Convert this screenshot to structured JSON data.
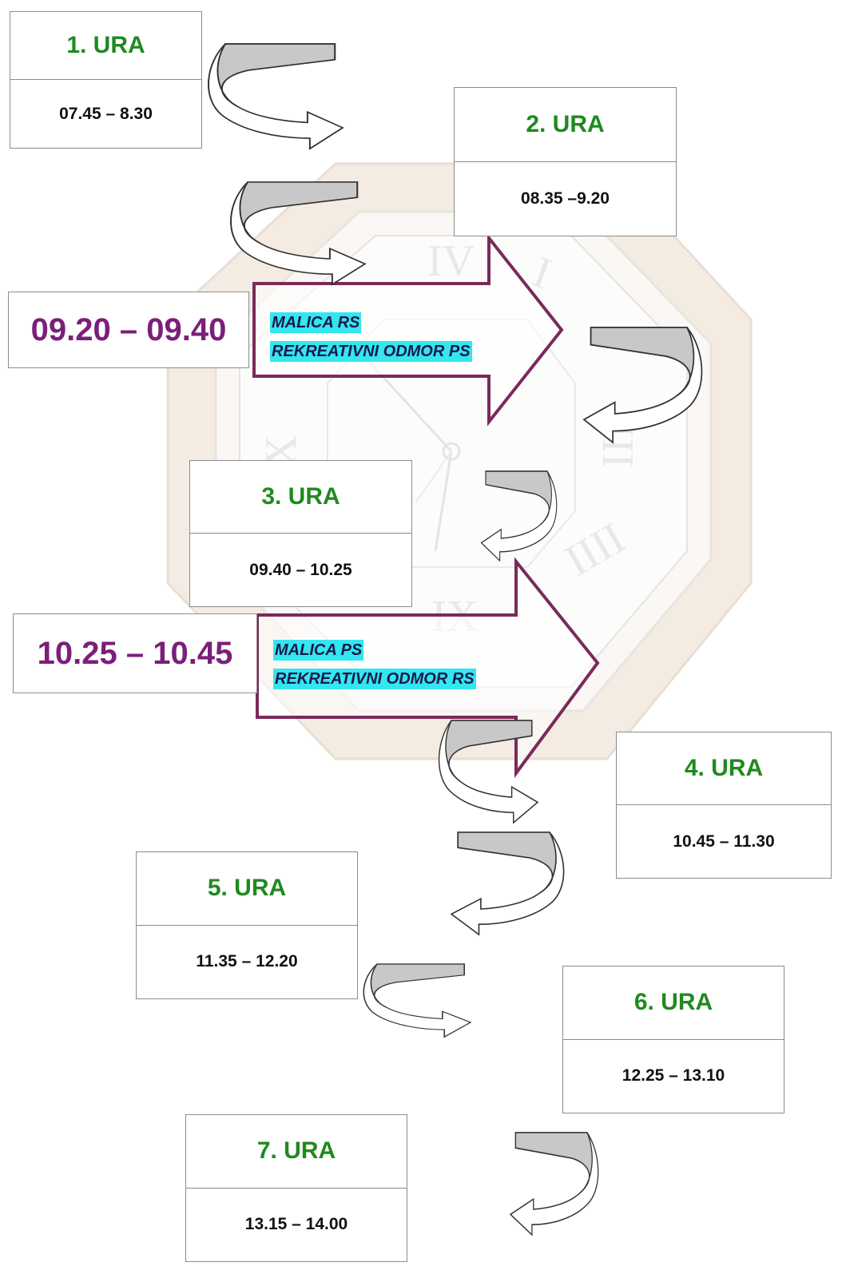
{
  "periods": [
    {
      "title": "1. URA",
      "time": "07.45 – 8.30"
    },
    {
      "title": "2. URA",
      "time": "08.35 –9.20"
    },
    {
      "title": "3. URA",
      "time": "09.40 – 10.25"
    },
    {
      "title": "4. URA",
      "time": "10.45 – 11.30"
    },
    {
      "title": "5. URA",
      "time": "11.35 – 12.20"
    },
    {
      "title": "6. URA",
      "time": "12.25 – 13.10"
    },
    {
      "title": "7. URA",
      "time": "13.15 – 14.00"
    }
  ],
  "breaks": [
    {
      "time": "09.20 – 09.40",
      "line1": "MALICA RS",
      "line2": "REKREATIVNI ODMOR PS"
    },
    {
      "time": "10.25 – 10.45",
      "line1": "MALICA PS",
      "line2": "REKREATIVNI ODMOR RS"
    }
  ],
  "clock_numerals": [
    "IV",
    "I",
    "III",
    "IIII",
    "IX",
    "X"
  ],
  "colors": {
    "period_title": "#1f8a1f",
    "break_time": "#7a1f7a",
    "highlight": "#33e6f0",
    "arrow_outline": "#7a2a5a",
    "clock_frame": "#e8d8c6"
  }
}
